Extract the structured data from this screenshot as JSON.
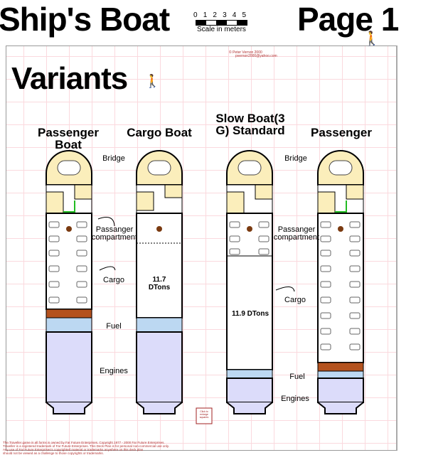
{
  "header": {
    "title": "Ship's Boat",
    "page": "Page 1",
    "scale_ticks": [
      "0",
      "1",
      "2",
      "3",
      "4",
      "5"
    ],
    "scale_label": "Scale in meters"
  },
  "credit": {
    "author": "Peter Vernon 2000",
    "email": "pvernon2000@yahoo.com"
  },
  "section_title": "Variants",
  "ships": [
    {
      "name": "Passenger Boat"
    },
    {
      "name": "Cargo Boat",
      "cargo": "11.7 DTons"
    },
    {
      "name": "Slow Boat(3 G) Standard",
      "cargo": "11.9 DTons"
    },
    {
      "name": "Passenger"
    }
  ],
  "labels": {
    "bridge": "Bridge",
    "passenger": "Passanger compartment",
    "cargo": "Cargo",
    "fuel": "Fuel",
    "engines": "Engines"
  },
  "stamp": "Click to enlarge squares",
  "fine_print": [
    "The Traveller game in all forms is owned by Far Future Enterprises. Copyright 1977 - 2000 Far Future Enterprises.",
    "Traveller is a registered trademark of Far Future Enterprises. This Deck Plan is for personal non-commercial use only.",
    "Any use of Far Future Enterprises's copyrighted material or trademarks anywhere on this deck plan",
    "should not be viewed as a challenge to those copyrights or trademarks."
  ]
}
